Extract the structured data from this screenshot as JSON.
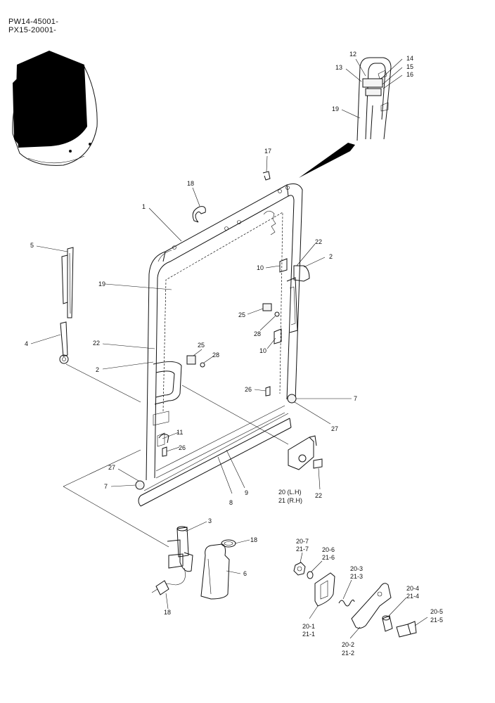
{
  "serials": [
    "PW14-45001-",
    "PX15-20001-"
  ],
  "callouts": {
    "c1": "1",
    "c2a": "2",
    "c2b": "2",
    "c3": "3",
    "c4": "4",
    "c5": "5",
    "c6": "6",
    "c7a": "7",
    "c7b": "7",
    "c8": "8",
    "c9": "9",
    "c10a": "10",
    "c10b": "10",
    "c11": "11",
    "c12": "12",
    "c13": "13",
    "c14": "14",
    "c15": "15",
    "c16": "16",
    "c17": "17",
    "c18a": "18",
    "c18b": "18",
    "c18c": "18",
    "c19a": "19",
    "c19b": "19",
    "c20": "20 (L.H)",
    "c21": "21 (R.H)",
    "c22a": "22",
    "c22b": "22",
    "c22c": "22",
    "c25a": "25",
    "c25b": "25",
    "c26a": "26",
    "c26b": "26",
    "c27a": "27",
    "c27b": "27",
    "c28a": "28",
    "c28b": "28",
    "c20_7": "20-7",
    "c21_7": "21-7",
    "c20_6": "20-6",
    "c21_6": "21-6",
    "c20_3": "20-3",
    "c21_3": "21-3",
    "c20_4": "20-4",
    "c21_4": "21-4",
    "c20_5": "20-5",
    "c21_5": "21-5",
    "c20_1": "20-1",
    "c21_1": "21-1",
    "c20_2": "20-2",
    "c21_2": "21-2"
  }
}
